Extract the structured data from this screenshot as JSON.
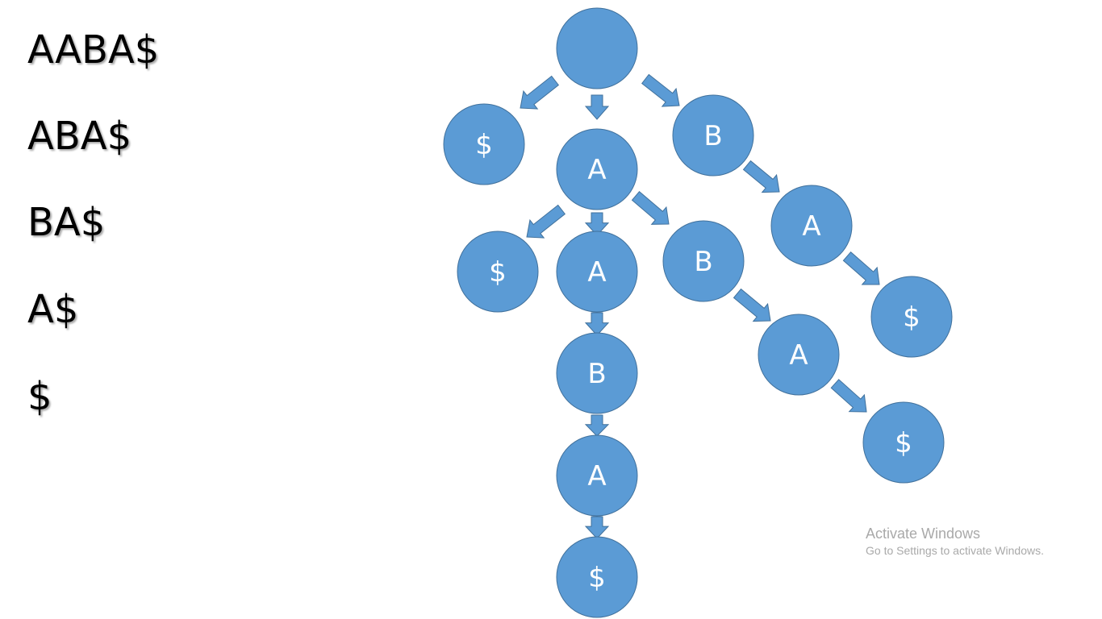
{
  "suffixes": [
    "AABA$",
    "ABA$",
    "BA$",
    "A$",
    "$"
  ],
  "tree": {
    "node_color": "#5b9bd5",
    "node_stroke": "#41719c",
    "arrow_color": "#5b9bd5",
    "root_label": "",
    "labels": [
      "$",
      "A",
      "B",
      "$",
      "A",
      "B",
      "B",
      "A",
      "$",
      "A",
      "A",
      "$",
      "$",
      "$"
    ]
  },
  "watermark": {
    "title": "Activate Windows",
    "subtitle": "Go to Settings to activate Windows."
  }
}
